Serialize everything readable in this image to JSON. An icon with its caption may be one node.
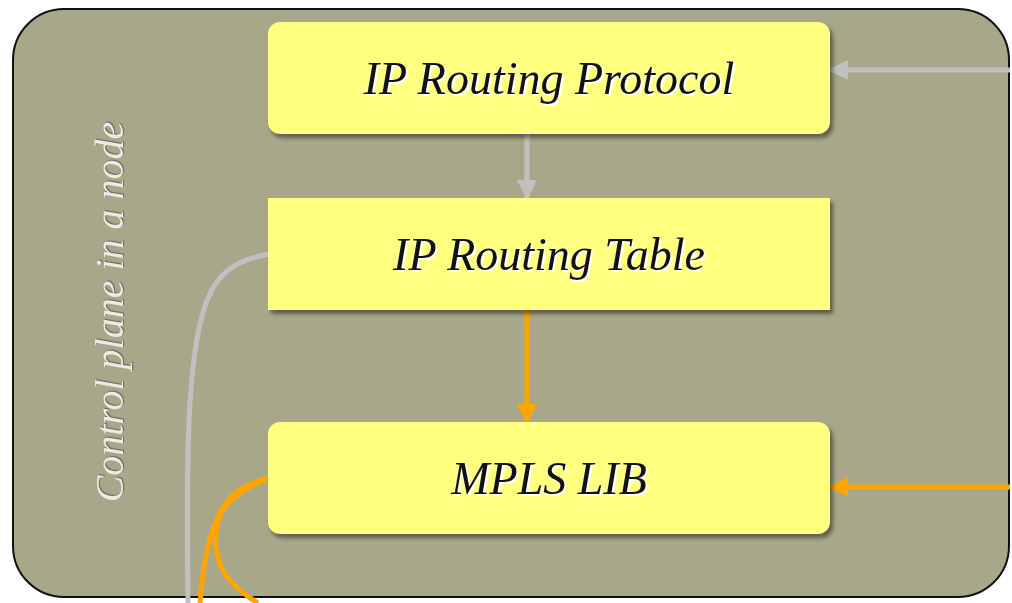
{
  "diagram": {
    "nodes": [
      {
        "text": [
          "Control plane in a node"
        ]
      },
      {
        "text": [
          "IP Routing Protocol"
        ],
        "in": 0
      },
      {
        "text": [
          "IP Routing Table"
        ],
        "in": 0
      },
      {
        "text": [
          "MPLS LIB"
        ],
        "in": 0
      }
    ],
    "edges": [
      {
        "from": null,
        "to": 1,
        "arrow": "to",
        "color": "#c0c0c0"
      },
      {
        "from": 1,
        "to": 2,
        "arrow": "to",
        "color": "#c0c0c0"
      },
      {
        "from": 2,
        "to": 3,
        "arrow": "to"
      },
      {
        "from": null,
        "to": 3,
        "arrow": "to"
      },
      {
        "from": 2,
        "to": null,
        "arrow": "none",
        "color": "#c0c0c0"
      },
      {
        "from": 3,
        "to": null,
        "arrow": "none"
      },
      {
        "from": 3,
        "to": null,
        "arrow": "none"
      }
    ]
  }
}
